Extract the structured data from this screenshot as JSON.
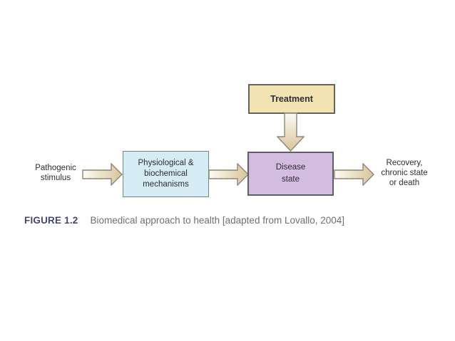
{
  "figure": {
    "caption_label": "FIGURE 1.2",
    "caption_text": "Biomedical approach to health [adapted from Lovallo, 2004]"
  },
  "diagram": {
    "treatment_box": {
      "label": "Treatment"
    },
    "mechanisms_box": {
      "lines": [
        "Physiological &",
        "biochemical",
        "mechanisms"
      ]
    },
    "disease_box": {
      "lines": [
        "Disease",
        "state"
      ]
    },
    "input_label": {
      "lines": [
        "Pathogenic",
        "stimulus"
      ]
    },
    "outcome_label": {
      "lines": [
        "Recovery,",
        "chronic state",
        "or death"
      ]
    },
    "flow_arrows": [
      "pathogenic-stimulus-to-mechanisms",
      "mechanisms-to-disease-state",
      "disease-state-to-outcome",
      "treatment-to-disease-state"
    ]
  },
  "colors": {
    "treatment-fill": "#f2e3b3",
    "treatment-border": "#64645c",
    "mechanisms-fill": "#d5ecf5",
    "mechanisms-border": "#72868d",
    "disease-fill": "#d2bce0",
    "disease-border": "#5f5c66",
    "arrow-start": "#fdfbf3",
    "arrow-end": "#d9c49c",
    "arrow-outline": "#8c8677",
    "figure-label": "#46466e",
    "caption-text": "#6f6f6f",
    "text": "#2e2e33",
    "background": "#ffffff"
  }
}
